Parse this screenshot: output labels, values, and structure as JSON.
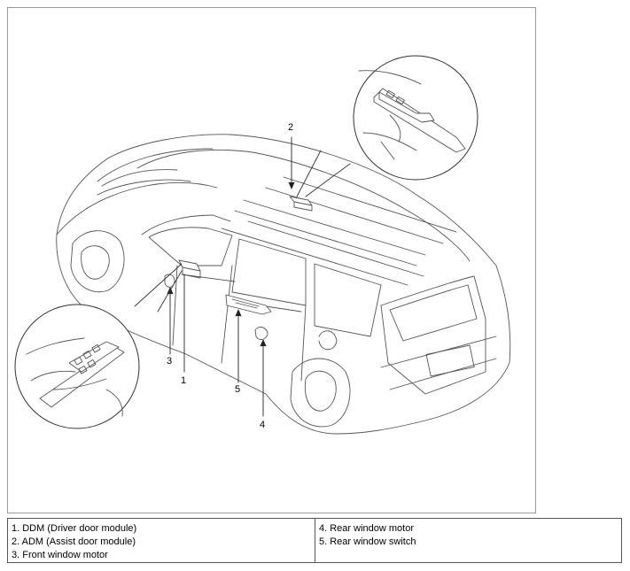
{
  "callouts": {
    "n1": "1",
    "n2": "2",
    "n3": "3",
    "n4": "4",
    "n5": "5"
  },
  "legend": {
    "left": [
      "1. DDM (Driver door module)",
      "2. ADM (Assist door module)",
      "3. Front window motor"
    ],
    "right": [
      "4. Rear window motor",
      "5. Rear window switch"
    ]
  },
  "colors": {
    "line": "#333333",
    "frame": "#9a9a9a",
    "border": "#555555"
  }
}
